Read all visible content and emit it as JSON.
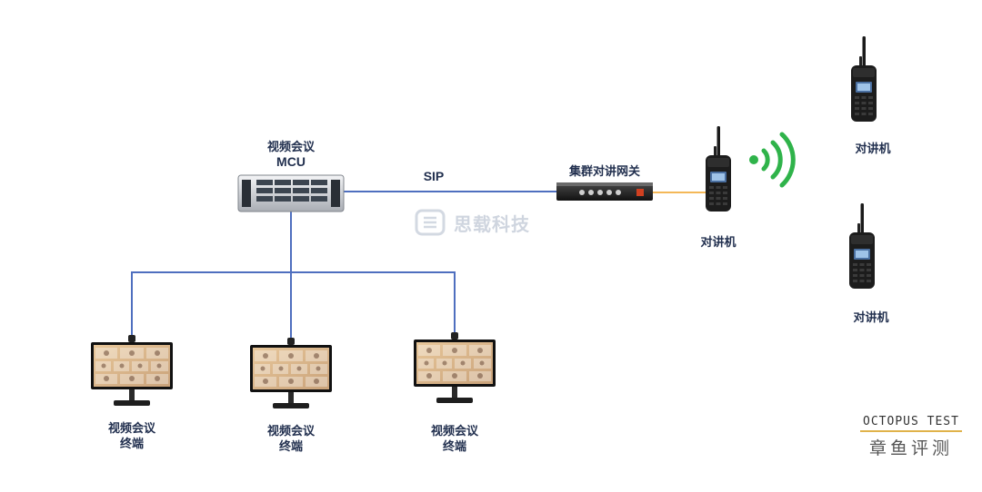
{
  "mcu": {
    "label_line1": "视频会议",
    "label_line2": "MCU"
  },
  "link": {
    "protocol": "SIP"
  },
  "gateway": {
    "label": "集群对讲网关"
  },
  "radio_main": {
    "label": "对讲机"
  },
  "radio_top": {
    "label": "对讲机"
  },
  "radio_bottom": {
    "label": "对讲机"
  },
  "terminals": [
    {
      "line1": "视频会议",
      "line2": "终端"
    },
    {
      "line1": "视频会议",
      "line2": "终端"
    },
    {
      "line1": "视频会议",
      "line2": "终端"
    }
  ],
  "watermark": {
    "text": "思载科技"
  },
  "brand": {
    "english": "OCTOPUS TEST",
    "chinese": "章鱼评测"
  },
  "colors": {
    "line": "#4f6fbf",
    "orange_cable": "#f0a020",
    "signal": "#2fb34a",
    "label": "#22304f"
  }
}
